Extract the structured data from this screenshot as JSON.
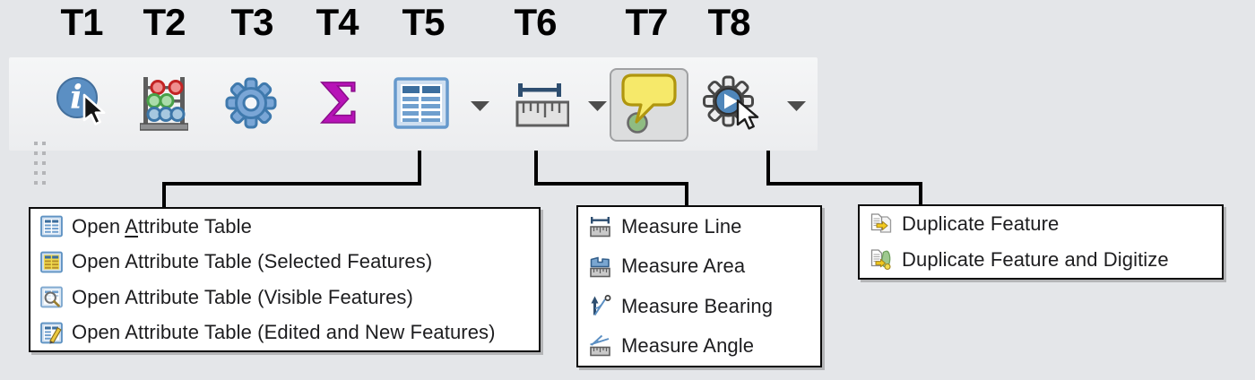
{
  "labels": [
    "T1",
    "T2",
    "T3",
    "T4",
    "T5",
    "T6",
    "T7",
    "T8"
  ],
  "toolbar": {
    "buttons": [
      {
        "icon": "identify-icon"
      },
      {
        "icon": "abacus-icon"
      },
      {
        "icon": "gear-icon"
      },
      {
        "icon": "sigma-icon",
        "glyph": "Σ"
      },
      {
        "icon": "attribute-table-icon",
        "has_dropdown": true
      },
      {
        "icon": "measure-ruler-icon",
        "has_dropdown": true
      },
      {
        "icon": "map-tip-bubble-icon",
        "pressed": true
      },
      {
        "icon": "run-feature-action-icon",
        "has_dropdown": true
      }
    ]
  },
  "menus": {
    "attribute_table": {
      "items": [
        {
          "pre": "Open ",
          "u": "A",
          "post": "ttribute Table",
          "icon": "attribute-table-icon"
        },
        {
          "pre": "Open Attribute Table (Selected Features)",
          "u": "",
          "post": "",
          "icon": "attribute-table-selected-icon"
        },
        {
          "pre": "Open Attribute Table (Visible Features)",
          "u": "",
          "post": "",
          "icon": "attribute-table-visible-icon"
        },
        {
          "pre": "Open Attribute Table (Edited and New Features)",
          "u": "",
          "post": "",
          "icon": "attribute-table-edited-icon"
        }
      ]
    },
    "measure": {
      "items": [
        {
          "pre": "Measure Line",
          "u": "",
          "post": "",
          "icon": "measure-line-icon"
        },
        {
          "pre": "Measure Area",
          "u": "",
          "post": "",
          "icon": "measure-area-icon"
        },
        {
          "pre": "Measure Bearing",
          "u": "",
          "post": "",
          "icon": "measure-bearing-icon"
        },
        {
          "pre": "Measure Angle",
          "u": "",
          "post": "",
          "icon": "measure-angle-icon"
        }
      ]
    },
    "duplicate": {
      "items": [
        {
          "pre": "Duplicate Feature",
          "u": "",
          "post": "",
          "icon": "duplicate-feature-icon"
        },
        {
          "pre": "Duplicate Feature and Digitize",
          "u": "",
          "post": "",
          "icon": "duplicate-feature-digitize-icon"
        }
      ]
    }
  },
  "colors": {
    "page_bg": "#e4e6e9",
    "toolbar_bg": "#f1f2f3",
    "pressed_button_bg": "#dcddde",
    "icon_blue": "#7aa6d6",
    "icon_blue_dark": "#3f79ad",
    "navy_line": "#2e4e70",
    "sigma_magenta": "#b713b7",
    "bubble_yellow": "#f6e96a",
    "bubble_border": "#b0960e",
    "tip_green": "#8fbc82",
    "menu_text": "#1d1d1f",
    "connector": "#000000"
  }
}
